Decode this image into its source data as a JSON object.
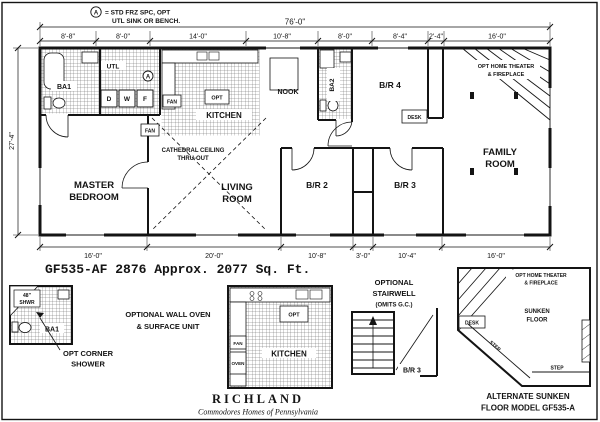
{
  "note": {
    "marker": "A",
    "line1": "= STD FRZ SPC, OPT",
    "line2": "UTL SINK OR BENCH."
  },
  "dims": {
    "top_total": "76'-0\"",
    "top": [
      "8'-8\"",
      "8'-0\"",
      "14'-0\"",
      "10'-8\"",
      "8'-0\"",
      "8'-4\"",
      "2'-4\"",
      "16'-0\""
    ],
    "left": "27'-4\"",
    "bottom": [
      "16'-0\"",
      "20'-0\"",
      "10'-8\"",
      "3'-0\"",
      "10'-4\"",
      "16'-0\""
    ]
  },
  "plan": {
    "master_line1": "MASTER",
    "master_line2": "BEDROOM",
    "living_line1": "LIVING",
    "living_line2": "ROOM",
    "family_line1": "FAMILY",
    "family_line2": "ROOM",
    "br2": "B/R 2",
    "br3": "B/R 3",
    "br4": "B/R 4",
    "kitchen": "KITCHEN",
    "nook": "NOOK",
    "ba1": "BA1",
    "ba2": "BA2",
    "utl": "UTL",
    "desk": "DESK",
    "opt": "OPT",
    "fan": "FAN",
    "appl_d": "D",
    "appl_w": "W",
    "appl_f": "F",
    "theater_line1": "OPT HOME THEATER",
    "theater_line2": "& FIREPLACE",
    "cathedral_line1": "CATHEDRAL CEILING",
    "cathedral_line2": "THRU-OUT"
  },
  "title": "GF535-AF 2876  Approx. 2077 Sq. Ft.",
  "insets": {
    "shower": {
      "caption_line1": "OPT CORNER",
      "caption_line2": "SHOWER",
      "room": "BA1",
      "shwr_line1": "48\"",
      "shwr_line2": "SHWR"
    },
    "oven": {
      "caption_line1": "OPTIONAL WALL OVEN",
      "caption_line2": "& SURFACE UNIT",
      "kitchen": "KITCHEN",
      "opt": "OPT",
      "fan": "FAN",
      "oven": "OVEN"
    },
    "stair": {
      "caption_line1": "OPTIONAL",
      "caption_line2": "STAIRWELL",
      "caption_line3": "(OMITS G.C.)",
      "room": "B/R 3"
    },
    "sunken": {
      "theater_line1": "OPT HOME THEATER",
      "theater_line2": "& FIREPLACE",
      "floor_line1": "SUNKEN",
      "floor_line2": "FLOOR",
      "desk": "DESK",
      "step": "STEP",
      "caption_line1": "ALTERNATE SUNKEN",
      "caption_line2": "FLOOR MODEL GF535-A"
    }
  },
  "footer": {
    "brand": "RICHLAND",
    "tagline": "Commodores Homes of Pennsylvania"
  }
}
